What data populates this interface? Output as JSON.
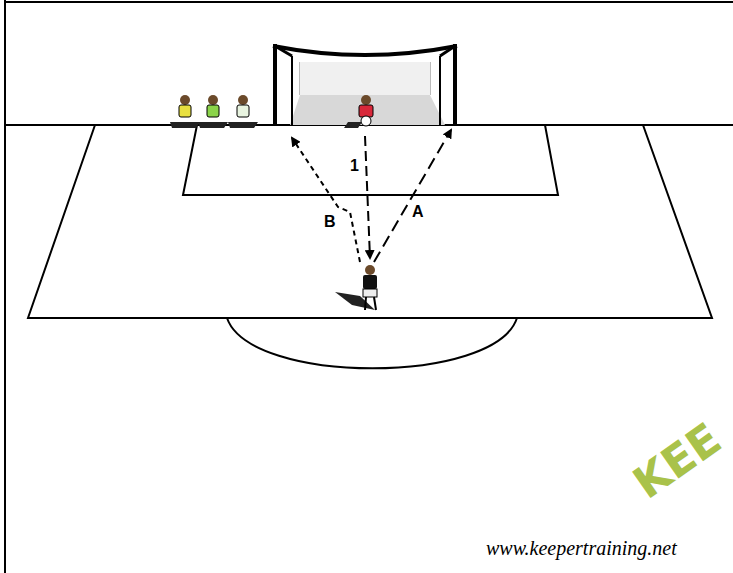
{
  "diagram": {
    "labels": [
      "1",
      "B",
      "A",
      "www.keepertraining.net",
      "KEE"
    ]
  }
}
